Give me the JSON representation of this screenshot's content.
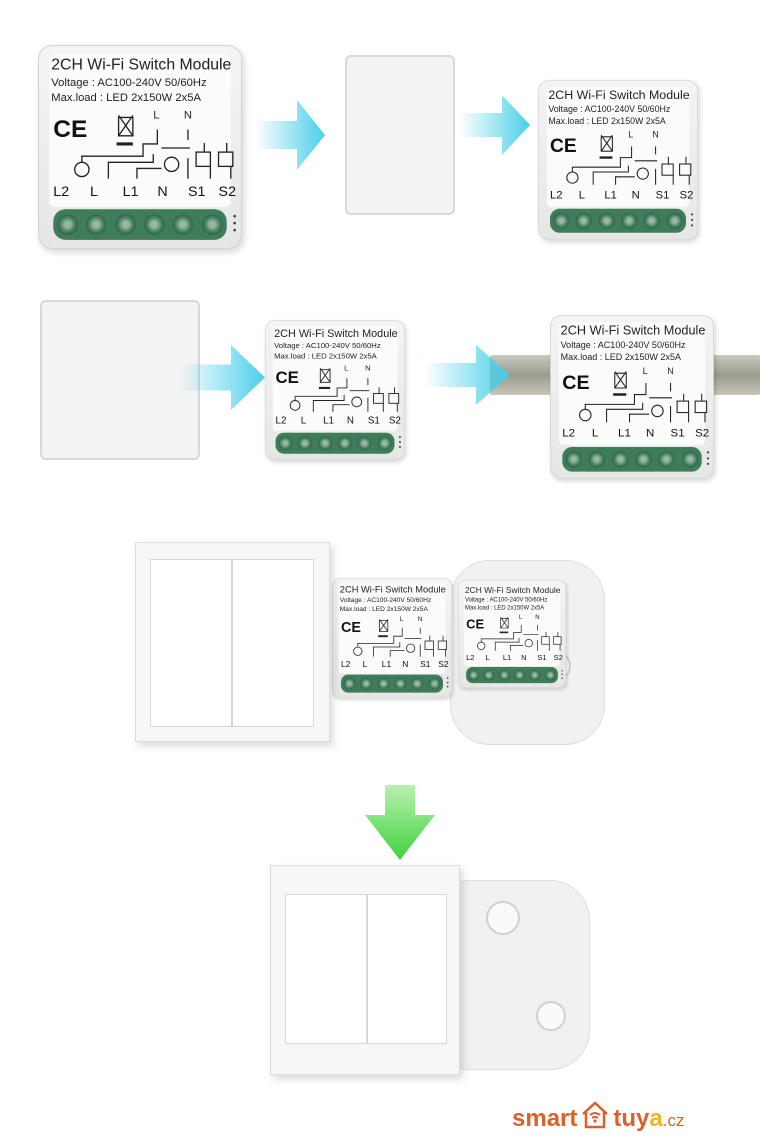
{
  "module": {
    "title": "2CH Wi-Fi Switch Module",
    "voltage": "Voltage : AC100-240V 50/60Hz",
    "max_load": "Max.load : LED 2x150W  2x5A",
    "ce_mark": "CE",
    "top_labels": [
      "L",
      "N"
    ],
    "terminals": [
      "L2",
      "L",
      "L1",
      "N",
      "S1",
      "S2"
    ]
  },
  "logo": {
    "smart": "smart",
    "tuy": "tuy",
    "a": "a",
    "domain": ".cz"
  },
  "colors": {
    "arrow_cyan": "#49cfe8",
    "arrow_green": "#3fd23c",
    "terminal_green": "#3e7c5a",
    "logo_orange": "#d9622a"
  }
}
